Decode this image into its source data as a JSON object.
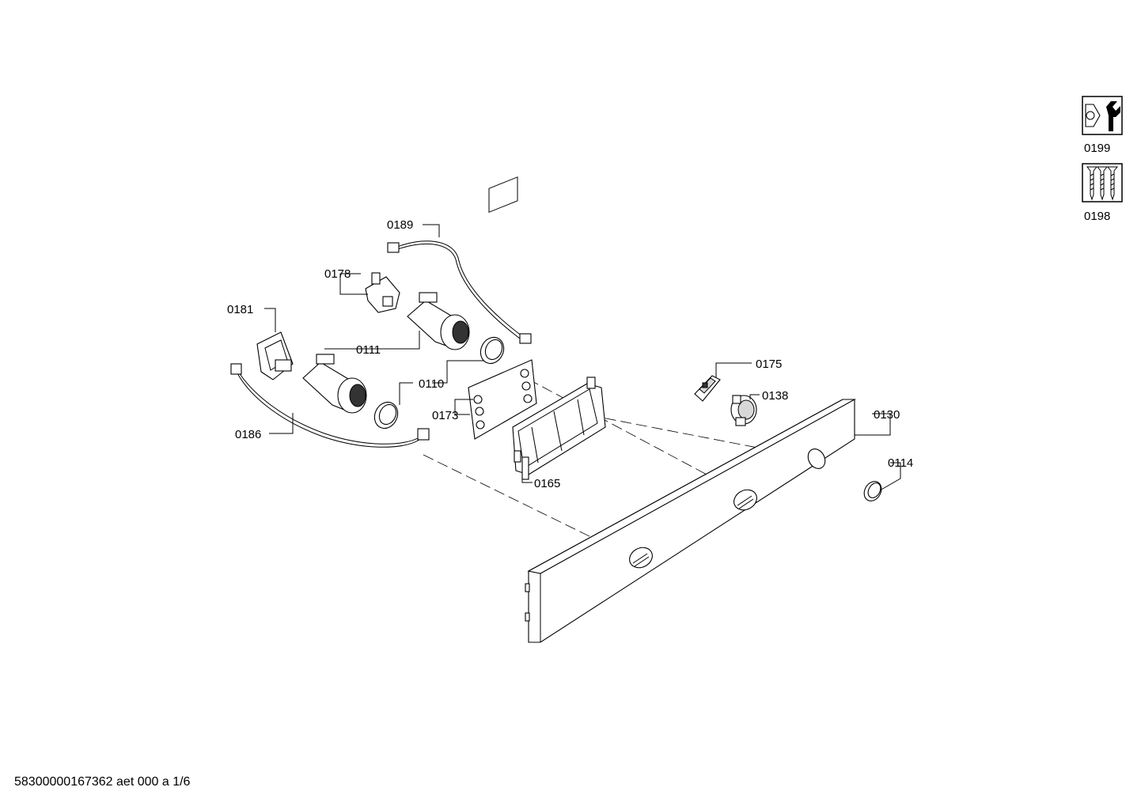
{
  "diagram": {
    "callouts": {
      "c0189": "0189",
      "c0178": "0178",
      "c0181": "0181",
      "c0111": "0111",
      "c0110": "0110",
      "c0173": "0173",
      "c0186": "0186",
      "c0165": "0165",
      "c0175": "0175",
      "c0138": "0138",
      "c0130": "0130",
      "c0114": "0114",
      "c0199": "0199",
      "c0198": "0198"
    },
    "icons": {
      "c0199": "wrench-nut-icon",
      "c0198": "screws-icon"
    }
  },
  "footer": {
    "doc_id": "58300000167362 aet 000 a 1/6"
  }
}
